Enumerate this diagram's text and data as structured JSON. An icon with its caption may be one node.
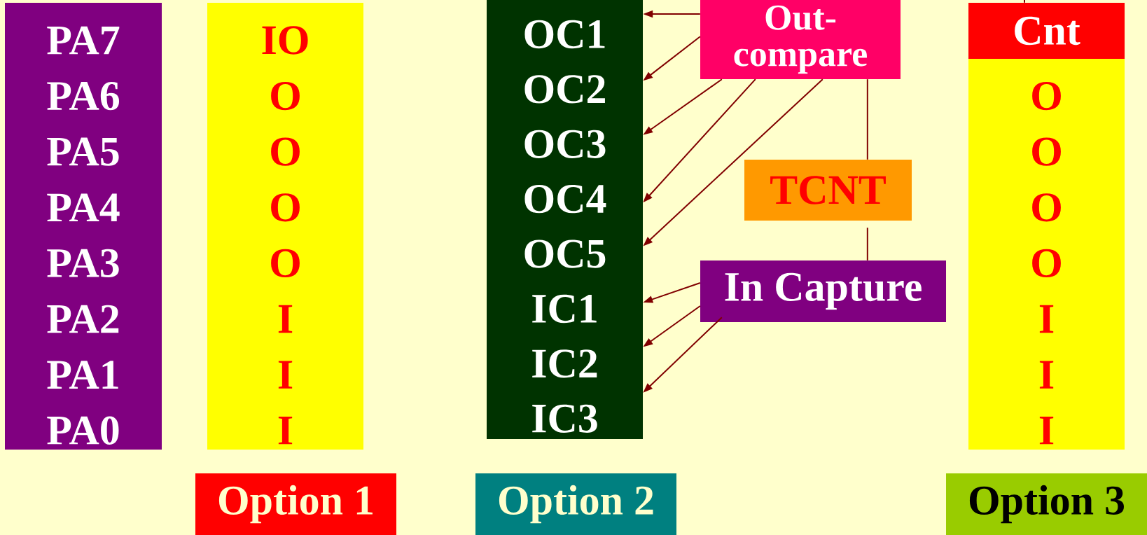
{
  "diagram": {
    "nodes": [
      {
        "text": [
          "PA7",
          "PA6",
          "PA5",
          "PA4",
          "PA3",
          "PA2",
          "PA1",
          "PA0"
        ]
      },
      {
        "text": [
          "IO",
          "O",
          "O",
          "O",
          "O",
          "I",
          "I",
          "I"
        ]
      },
      {
        "text": [],
        "shape": "box"
      },
      {
        "text": [
          "OC1"
        ],
        "in": 2
      },
      {
        "text": [
          "OC2"
        ],
        "in": 2
      },
      {
        "text": [
          "OC3"
        ],
        "in": 2
      },
      {
        "text": [
          "OC4"
        ],
        "in": 2
      },
      {
        "text": [
          "OC5"
        ],
        "in": 2
      },
      {
        "text": [
          "IC1"
        ],
        "in": 2
      },
      {
        "text": [
          "IC2"
        ],
        "in": 2
      },
      {
        "text": [
          "IC3"
        ],
        "in": 2
      },
      {
        "text": [
          "Out- compare"
        ]
      },
      {
        "text": [
          "TCNT"
        ]
      },
      {
        "text": [
          "In Capture"
        ]
      },
      {
        "text": [
          "O",
          "O",
          "O",
          "O",
          "I",
          "I",
          "I"
        ]
      },
      {
        "text": [
          "Cnt"
        ]
      },
      {
        "text": [
          "Option 1"
        ]
      },
      {
        "text": [
          "Option 2"
        ]
      },
      {
        "text": [
          "Option 3"
        ]
      }
    ],
    "edges": [
      {
        "from": 11,
        "to": 3,
        "arrow": "to"
      },
      {
        "from": 11,
        "to": 4,
        "arrow": "to"
      },
      {
        "from": 11,
        "to": 5,
        "arrow": "to"
      },
      {
        "from": 11,
        "to": 6,
        "arrow": "to"
      },
      {
        "from": 11,
        "to": 7,
        "arrow": "to"
      },
      {
        "from": 11,
        "to": 12,
        "arrow": "none"
      },
      {
        "from": 12,
        "to": 13,
        "arrow": "none"
      },
      {
        "from": 13,
        "to": 8,
        "arrow": "to"
      },
      {
        "from": 13,
        "to": 9,
        "arrow": "to"
      },
      {
        "from": 13,
        "to": 10,
        "arrow": "to"
      },
      {
        "from": null,
        "to": 15,
        "arrow": "none"
      }
    ]
  }
}
